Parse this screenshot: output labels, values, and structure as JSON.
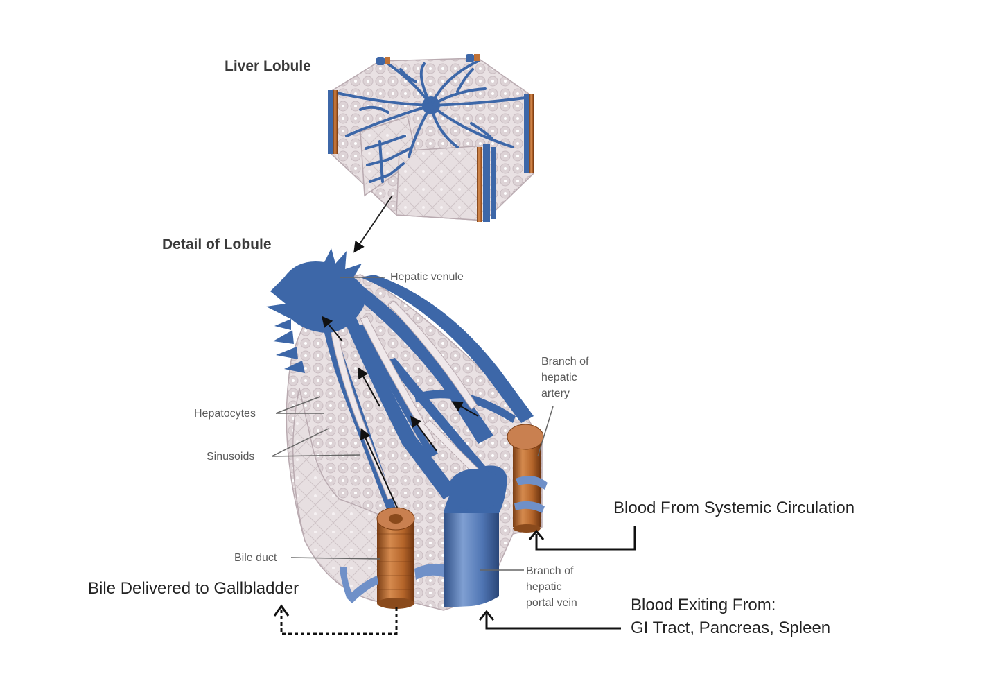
{
  "labels": {
    "liver_lobule": "Liver Lobule",
    "detail_of_lobule": "Detail of Lobule",
    "hepatic_venule": "Hepatic venule",
    "hepatocytes": "Hepatocytes",
    "sinusoids": "Sinusoids",
    "branch_hepatic_artery": [
      "Branch of",
      "hepatic",
      "artery"
    ],
    "bile_duct": "Bile duct",
    "branch_portal_vein": [
      "Branch of",
      "hepatic",
      "portal vein"
    ]
  },
  "flows": {
    "systemic": "Blood From Systemic Circulation",
    "exiting": [
      "Blood Exiting From:",
      "GI Tract, Pancreas, Spleen"
    ],
    "bile": "Bile Delivered to Gallbladder"
  },
  "colors": {
    "vein_blue": "#3d67a8",
    "tissue": "#e8e0e2",
    "artery_brown": "#b5652a"
  }
}
